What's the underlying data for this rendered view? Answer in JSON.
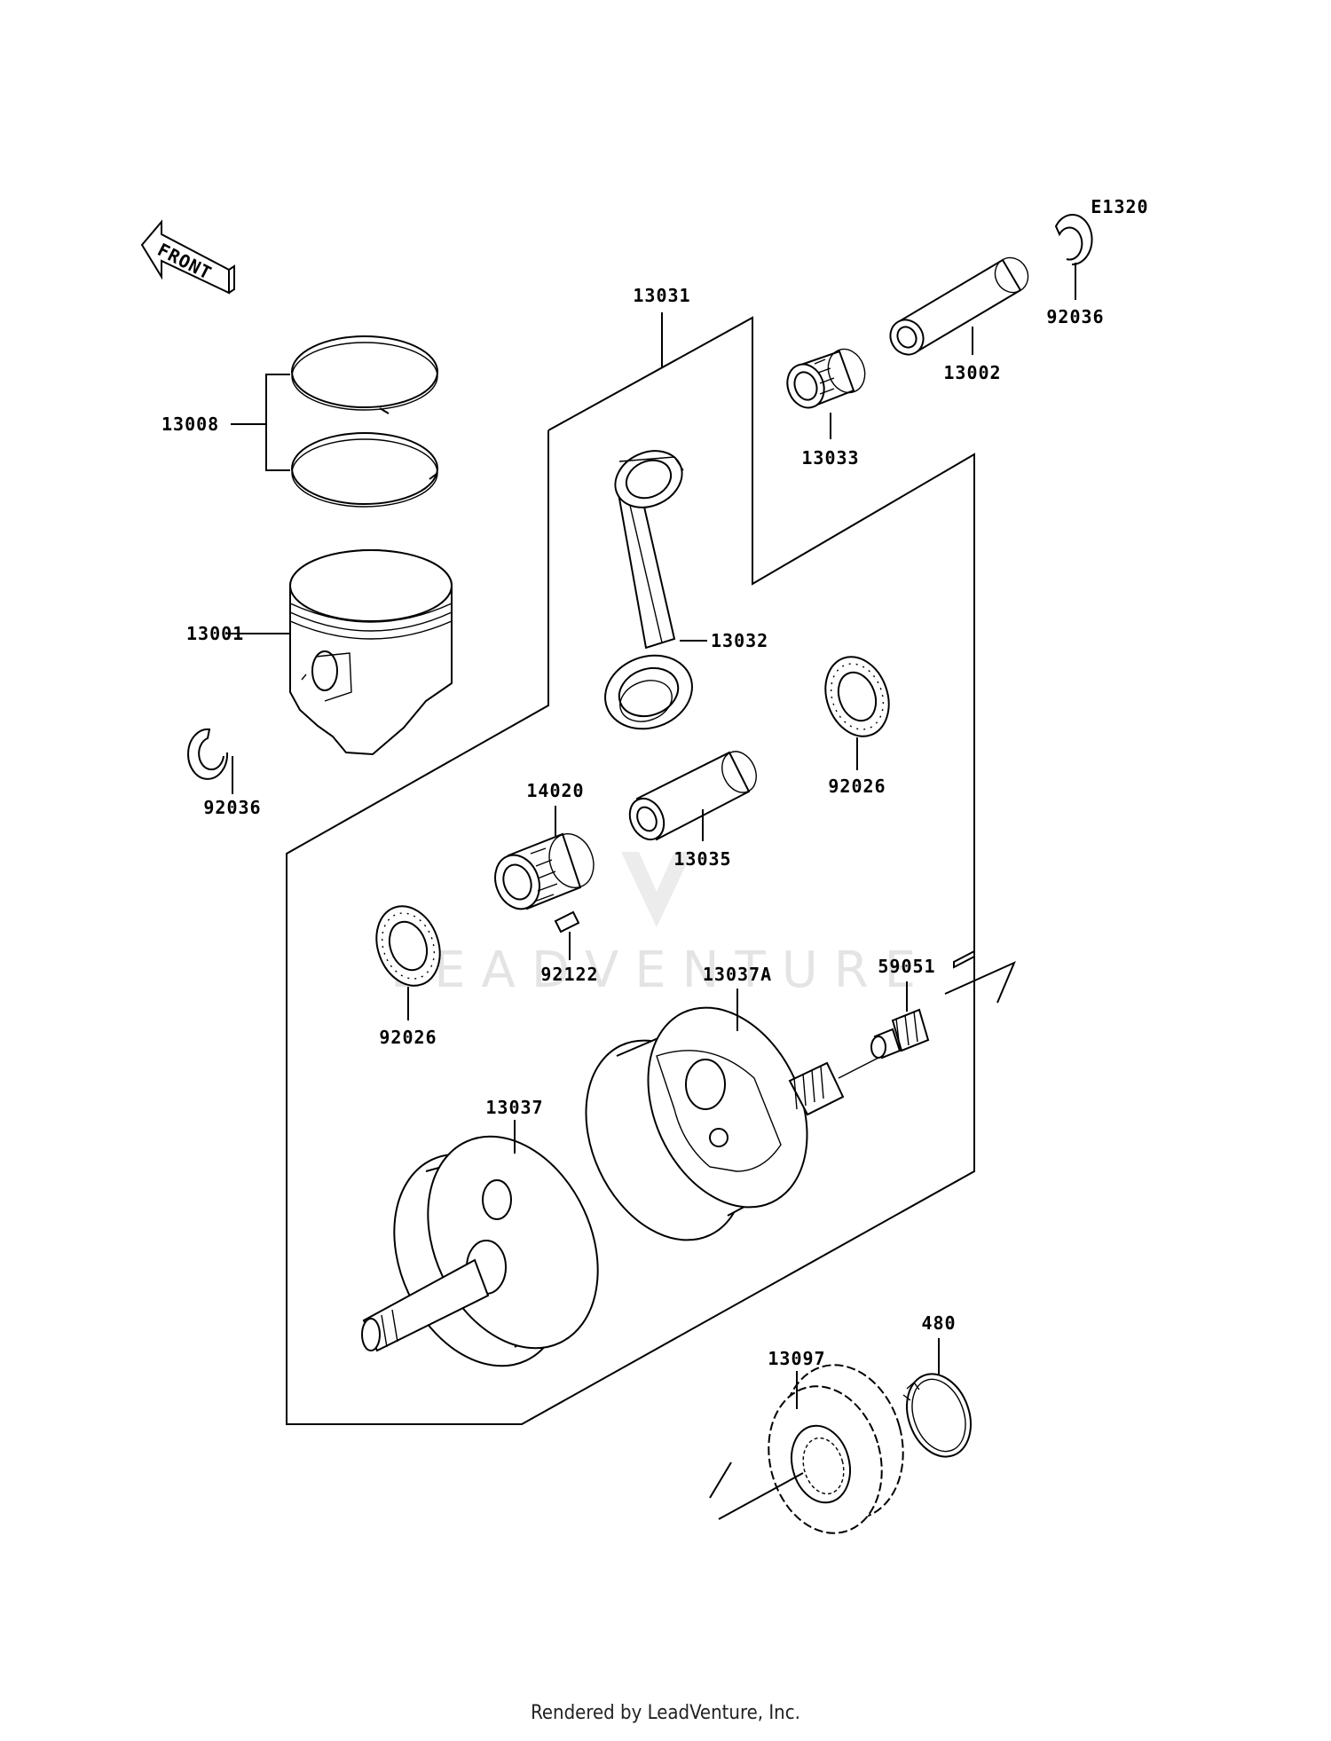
{
  "diagram": {
    "code": "E1320",
    "front_label": "FRONT",
    "watermark": "LEADVENTURE",
    "parts": {
      "p13008": "13008",
      "p13001": "13001",
      "p92036_left": "92036",
      "p13031": "13031",
      "p13032": "13032",
      "p13033": "13033",
      "p13002": "13002",
      "p92036_right": "92036",
      "p92026_right": "92026",
      "p14020": "14020",
      "p13035": "13035",
      "p92122": "92122",
      "p92026_left": "92026",
      "p13037A": "13037A",
      "p59051": "59051",
      "p13037": "13037",
      "p480": "480",
      "p13097": "13097"
    }
  },
  "footer": "Rendered by LeadVenture, Inc."
}
